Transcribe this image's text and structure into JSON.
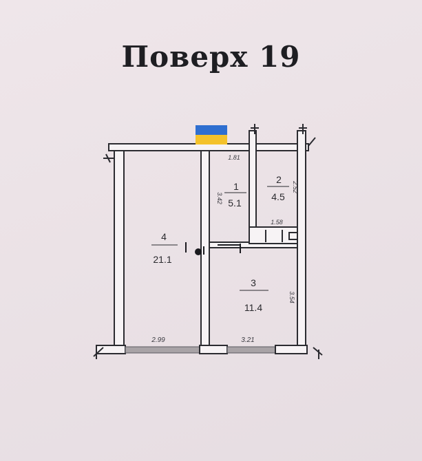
{
  "title": "Поверх  19",
  "rooms": [
    {
      "number": "1",
      "area": "5.1"
    },
    {
      "number": "2",
      "area": "4.5"
    },
    {
      "number": "3",
      "area": "11.4"
    },
    {
      "number": "4",
      "area": "21.1"
    }
  ],
  "dimensions": {
    "top_wall": "1.81",
    "room1_side": "3.42",
    "room2_side": "2.52",
    "storage": "1.58",
    "room3_side": "3.54",
    "bottom_left": "2.99",
    "bottom_right": "3.21"
  },
  "colors": {
    "flag_blue": "#2f6fd0",
    "flag_yellow": "#f4c22b",
    "wall_fill": "#f7f3f5",
    "wall_stroke": "#2b2b30"
  },
  "icons": [
    "ukraine-flag-icon"
  ]
}
